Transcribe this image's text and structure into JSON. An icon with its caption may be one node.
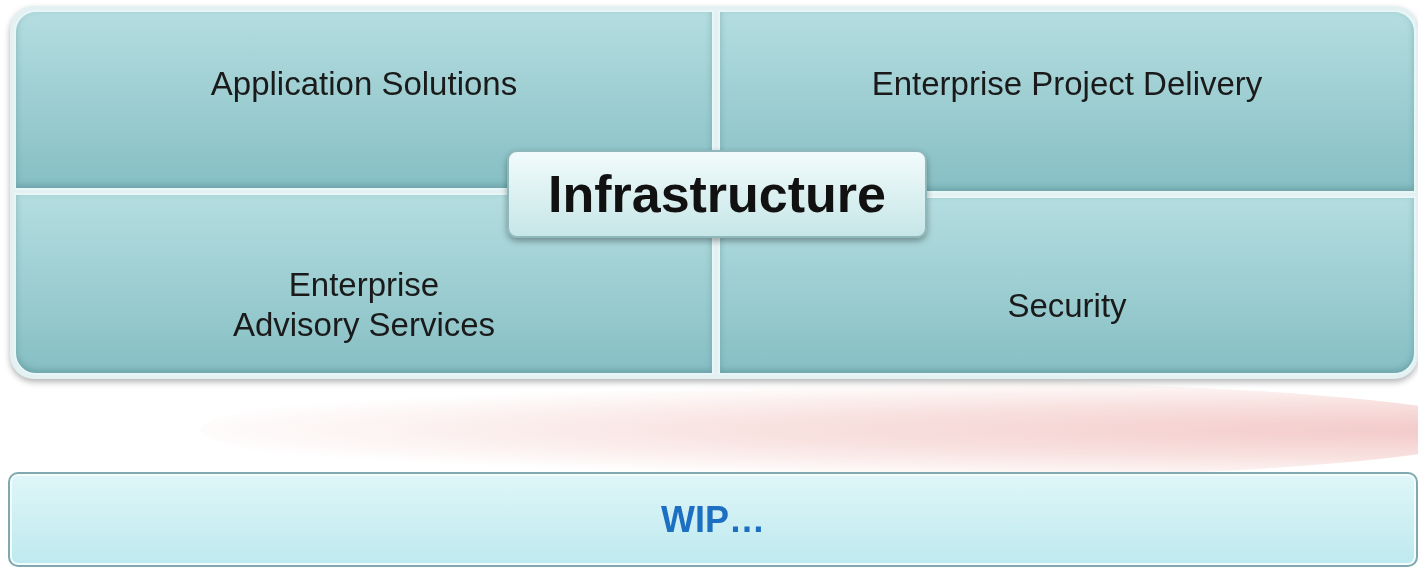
{
  "diagram": {
    "nodes": [
      {
        "text": [
          "Application Solutions"
        ]
      },
      {
        "text": [
          "Enterprise Project Delivery"
        ]
      },
      {
        "text": [
          "Infrastructure"
        ]
      },
      {
        "text": [
          "Enterprise Advisory Services"
        ]
      },
      {
        "text": [
          "Security"
        ]
      },
      {
        "text": [
          "WIP…"
        ]
      }
    ]
  }
}
